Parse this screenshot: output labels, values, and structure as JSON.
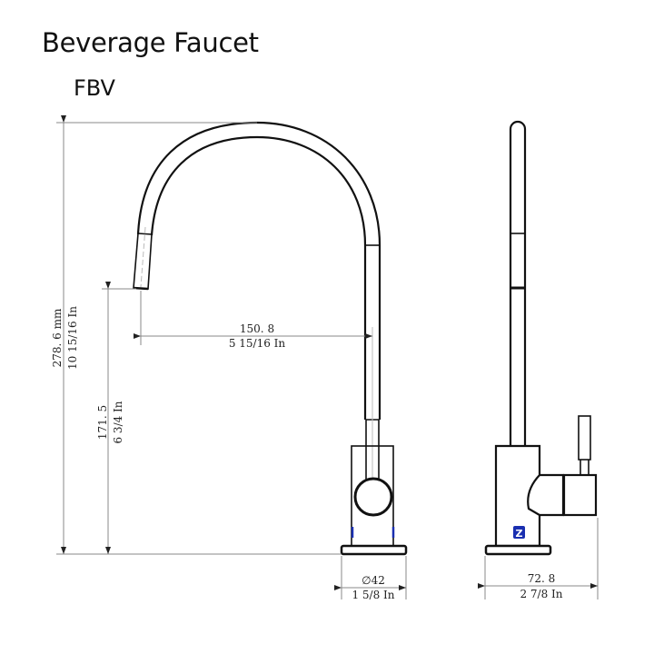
{
  "header": {
    "title": "Beverage Faucet",
    "model": "FBV"
  },
  "dimensions": {
    "total_height": {
      "mm": "278. 6 mm",
      "inch": "10 15/16 In"
    },
    "spout_height": {
      "mm": "171. 5",
      "inch": "6 3/4 In"
    },
    "spout_reach": {
      "mm": "150. 8",
      "inch": "5 15/16 In"
    },
    "base_diameter": {
      "mm": "∅42",
      "inch": "1 5/8 In"
    },
    "side_depth": {
      "mm": "72. 8",
      "inch": "2 7/8 In"
    }
  },
  "views": {
    "front": "front-view",
    "side": "side-view"
  },
  "logo": {
    "glyph": "Z",
    "color": "#1a2fb0"
  },
  "colors": {
    "line": "#111111",
    "dimension_line": "#888888",
    "accent": "#1a2fb0"
  }
}
